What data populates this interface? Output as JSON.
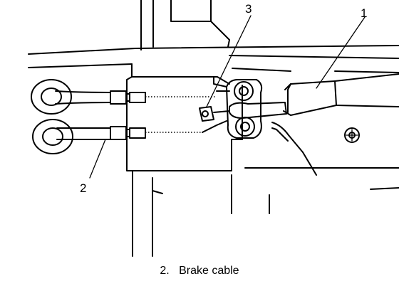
{
  "diagram": {
    "callouts": [
      {
        "id": "callout-1",
        "text": "1"
      },
      {
        "id": "callout-2",
        "text": "2"
      },
      {
        "id": "callout-3",
        "text": "3"
      }
    ],
    "caption": "2.   Brake cable"
  },
  "colors": {
    "ink": "#000000",
    "paper": "#ffffff"
  }
}
